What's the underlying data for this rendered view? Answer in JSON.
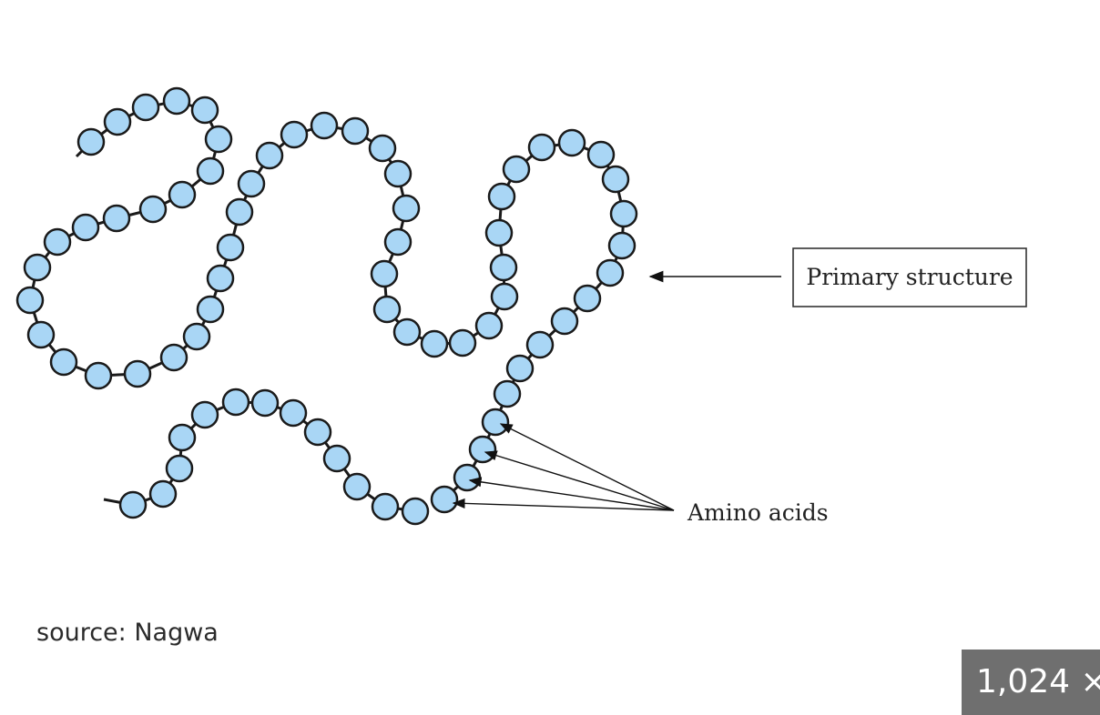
{
  "diagram": {
    "primary_structure_label": "Primary structure",
    "amino_acids_label": "Amino acids",
    "bead_fill": "#a9d6f5",
    "bead_stroke": "#1a1a1a"
  },
  "caption": {
    "source": "source: Nagwa"
  },
  "badge": {
    "size_text": "1,024 ×"
  }
}
